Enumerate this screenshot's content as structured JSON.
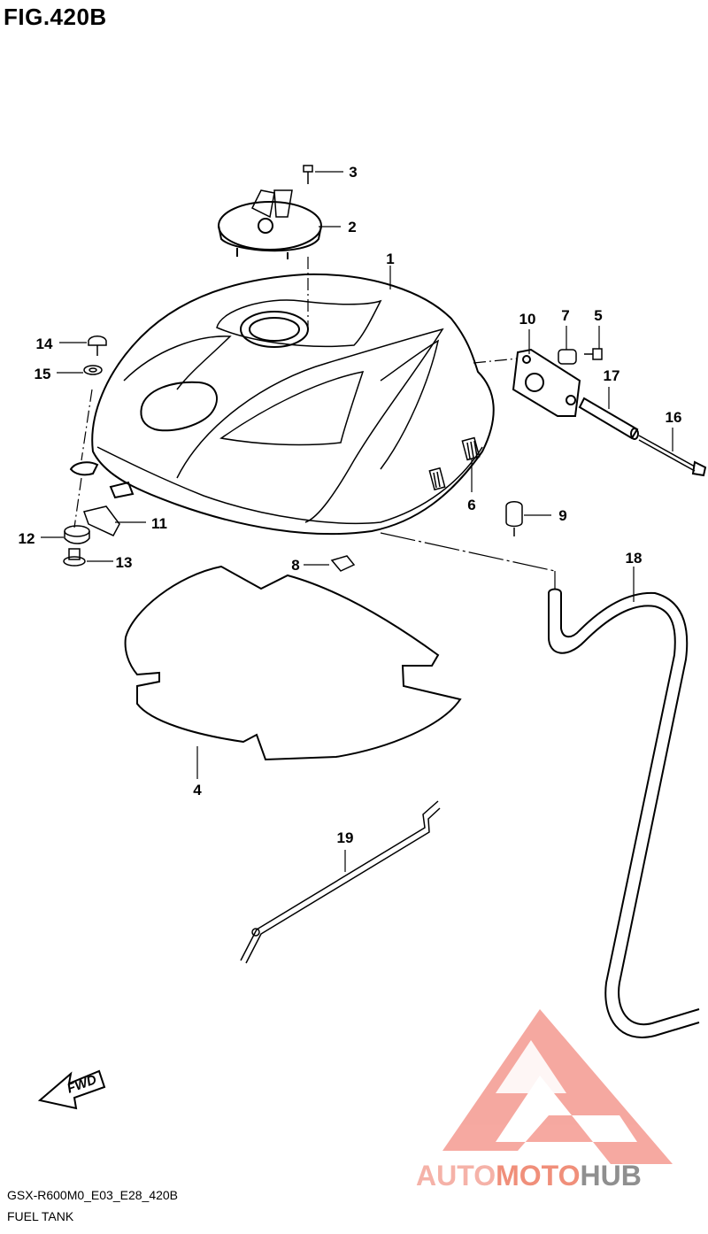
{
  "figure": {
    "title": "FIG.420B"
  },
  "callouts": [
    {
      "id": "1",
      "label": "1"
    },
    {
      "id": "2",
      "label": "2"
    },
    {
      "id": "3",
      "label": "3"
    },
    {
      "id": "4",
      "label": "4"
    },
    {
      "id": "5",
      "label": "5"
    },
    {
      "id": "6",
      "label": "6"
    },
    {
      "id": "7",
      "label": "7"
    },
    {
      "id": "8",
      "label": "8"
    },
    {
      "id": "9",
      "label": "9"
    },
    {
      "id": "10",
      "label": "10"
    },
    {
      "id": "11",
      "label": "11"
    },
    {
      "id": "12",
      "label": "12"
    },
    {
      "id": "13",
      "label": "13"
    },
    {
      "id": "14",
      "label": "14"
    },
    {
      "id": "15",
      "label": "15"
    },
    {
      "id": "16",
      "label": "16"
    },
    {
      "id": "17",
      "label": "17"
    },
    {
      "id": "18",
      "label": "18"
    },
    {
      "id": "19",
      "label": "19"
    }
  ],
  "fwd_arrow": {
    "label": "FWD"
  },
  "footer": {
    "code": "GSX-R600M0_E03_E28_420B",
    "name": "FUEL TANK"
  },
  "watermark": {
    "part1": "AUTO",
    "part2": "MOTO",
    "part3": "HUB",
    "colors": {
      "auto": "#f5b2a8",
      "moto": "#f08f7a",
      "hub": "#8f8f8f",
      "logo": "#f2847a"
    }
  }
}
